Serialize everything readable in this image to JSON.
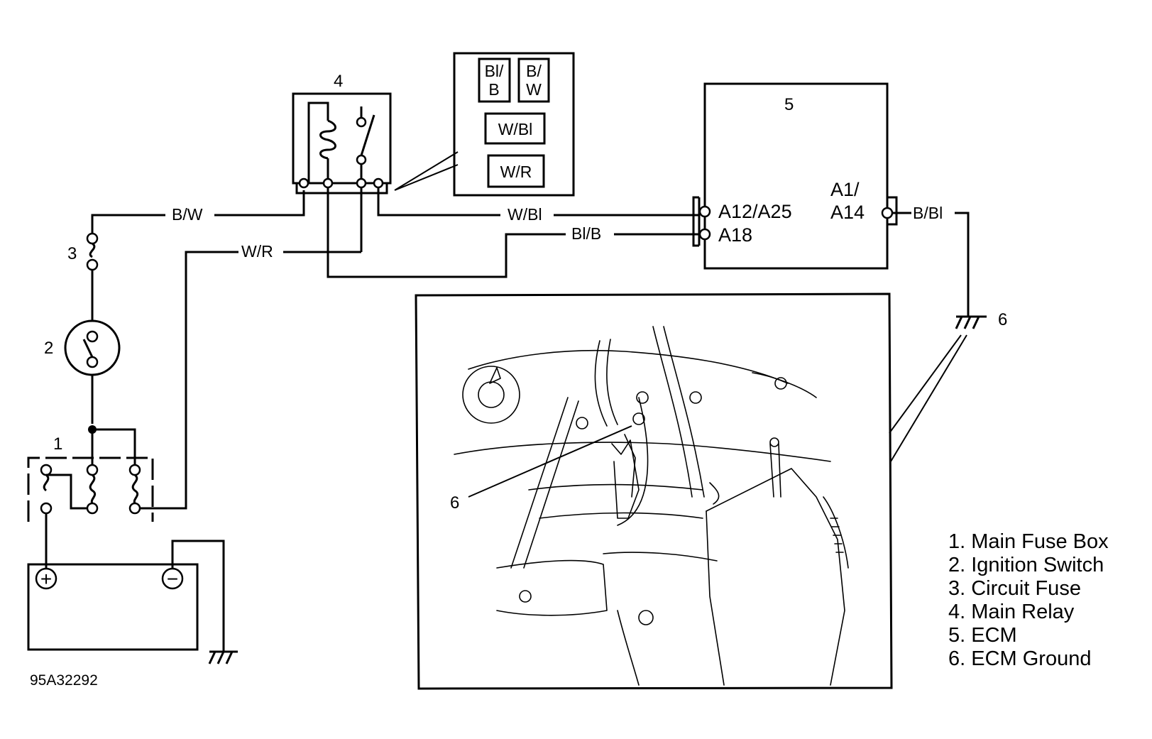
{
  "components": {
    "main_fuse_box": "1",
    "ignition_switch": "2",
    "circuit_fuse": "3",
    "main_relay": "4",
    "ecm": "5",
    "ecm_ground": "6",
    "inset_ground": "6"
  },
  "connector_view": [
    "Bl/\nB",
    "B/\nW",
    "W/Bl",
    "W/R"
  ],
  "wires": {
    "bw": "B/W",
    "wr": "W/R",
    "wbl": "W/Bl",
    "blb": "Bl/B",
    "bbl": "B/Bl"
  },
  "ecm_pins": {
    "a12_a25": "A12/A25",
    "a18": "A18",
    "a1": "A1/",
    "a14": "A14"
  },
  "battery": {
    "positive": "+",
    "negative": "−"
  },
  "legend": [
    "1. Main Fuse Box",
    "2. Ignition Switch",
    "3. Circuit Fuse",
    "4. Main Relay",
    "5. ECM",
    "6. ECM Ground"
  ],
  "figure_id": "95A32292"
}
